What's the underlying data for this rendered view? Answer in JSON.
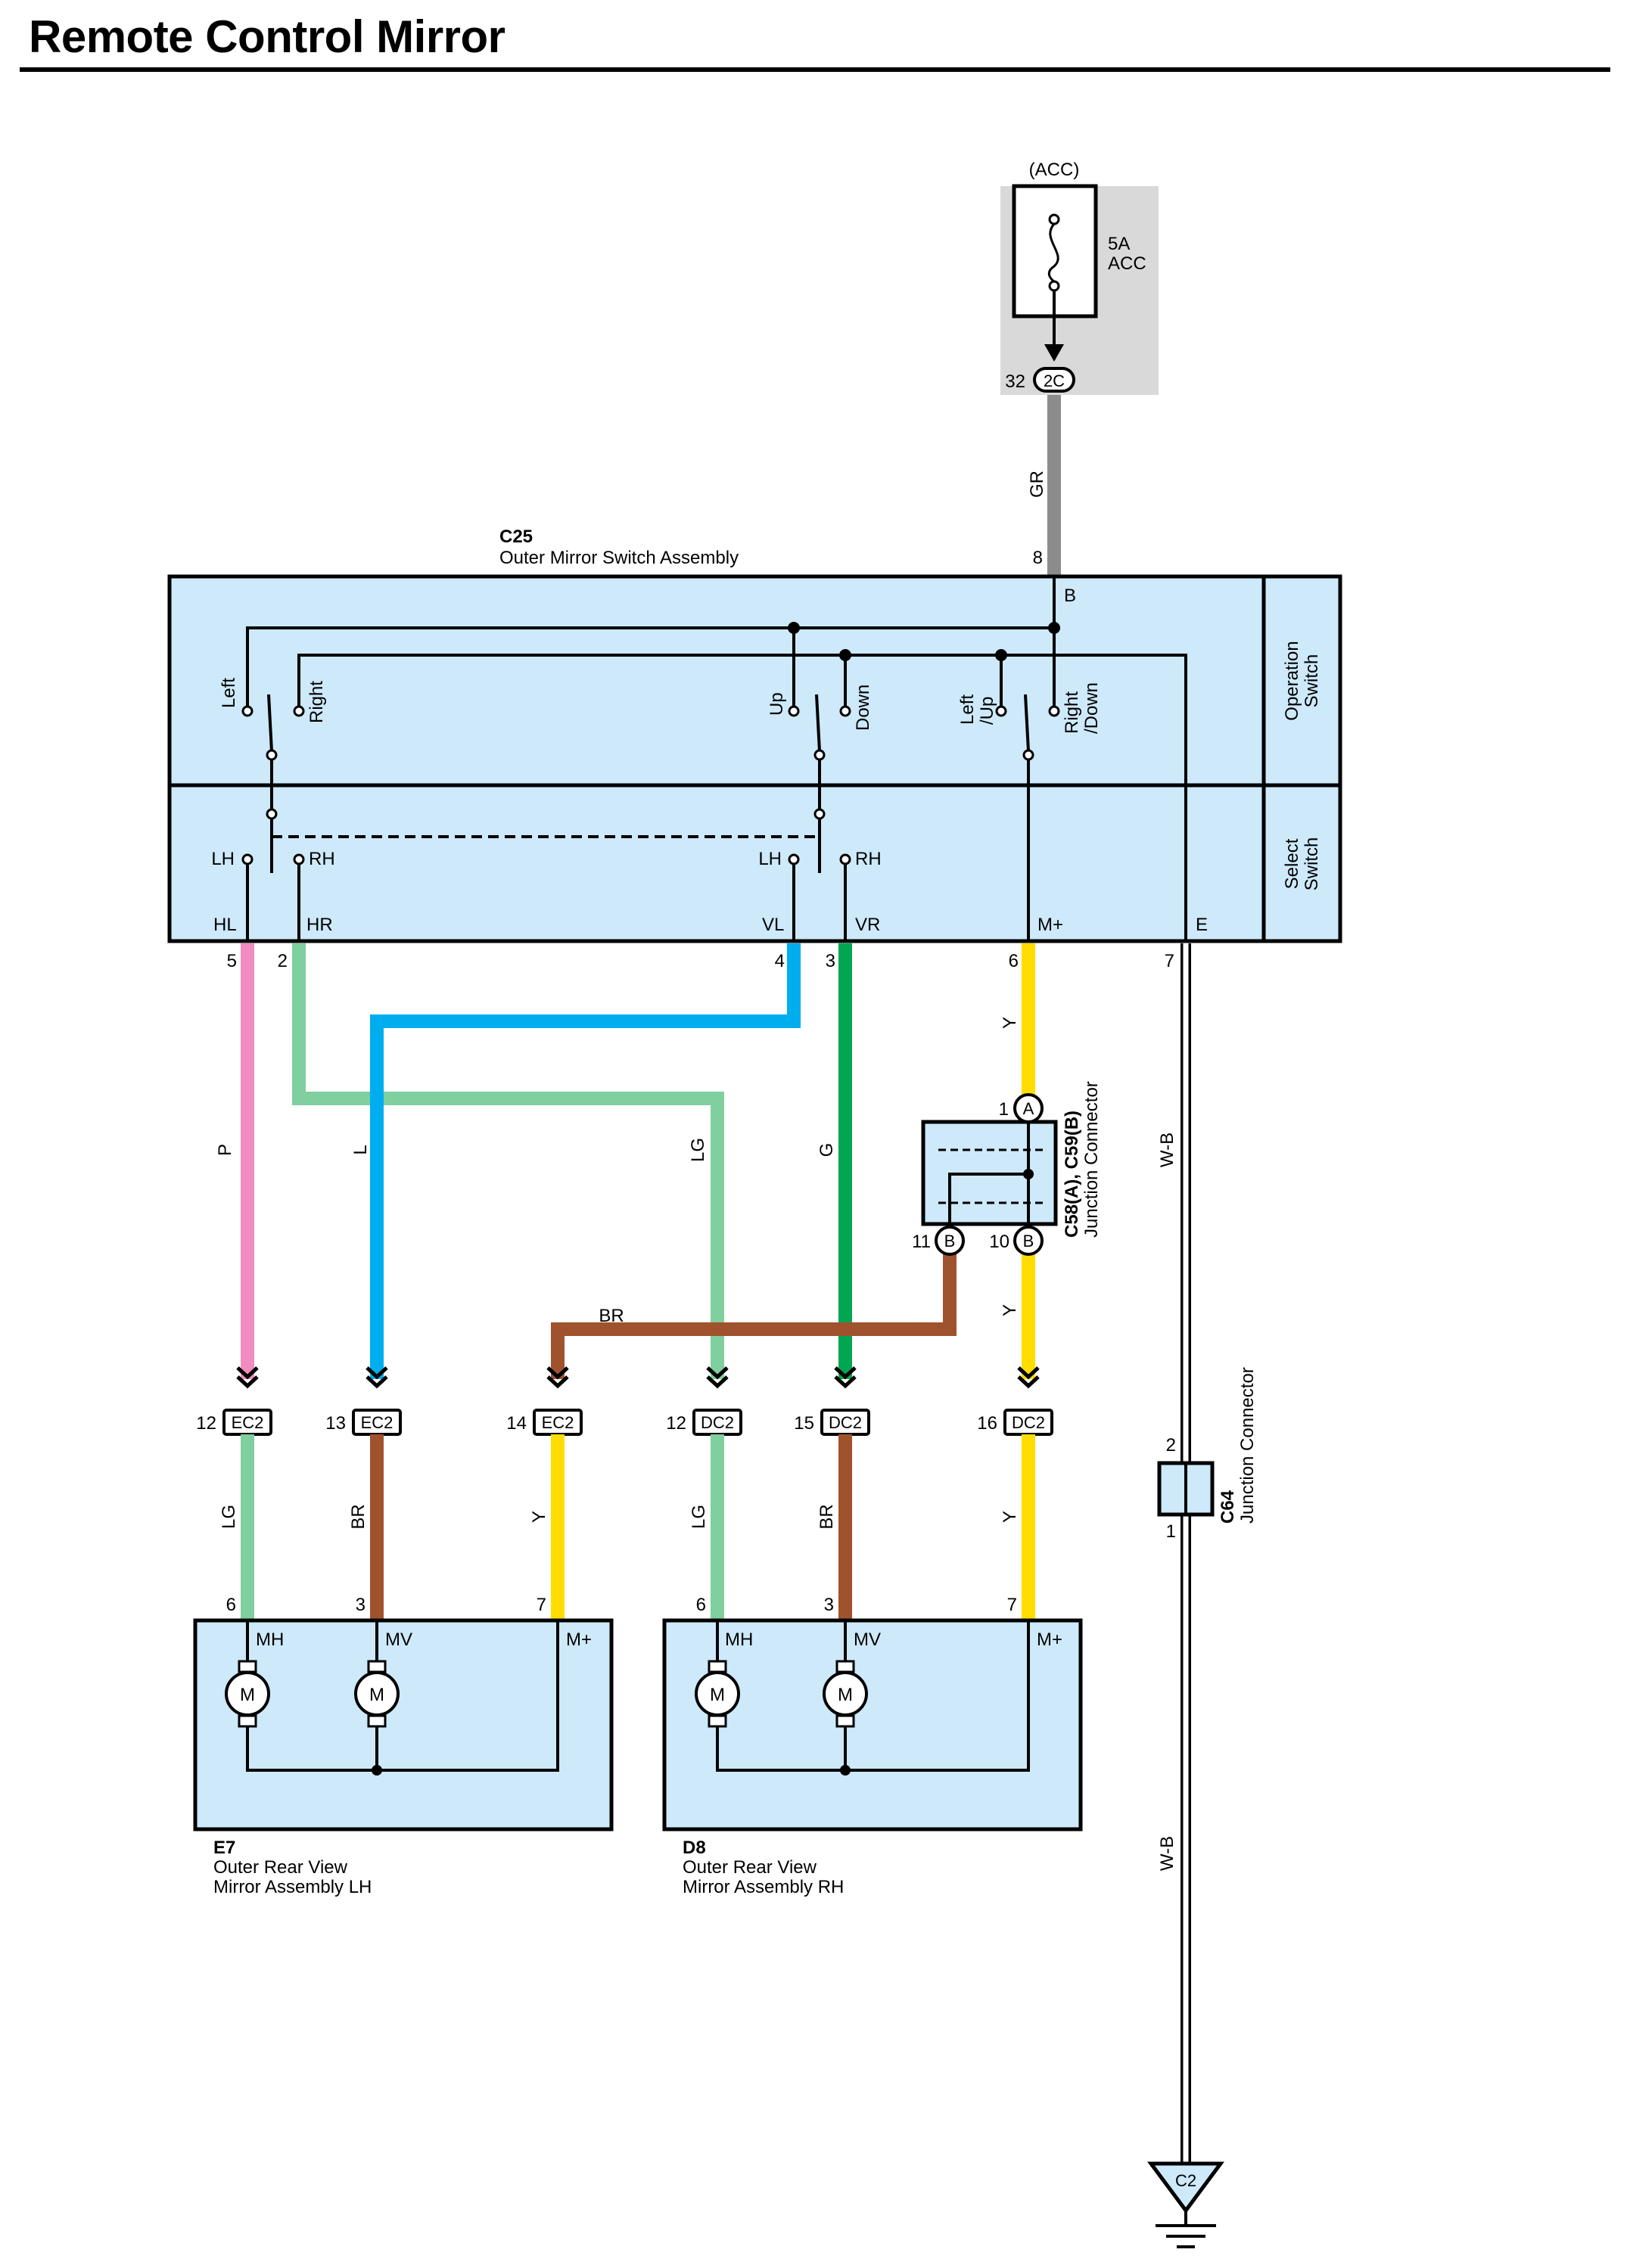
{
  "title": "Remote Control Mirror",
  "colors": {
    "module_fill": "#cde9fa",
    "fuse_fill": "#d9d9d9",
    "P": "#f08cbf",
    "LG": "#7fcf9f",
    "L": "#00aeef",
    "G": "#00a651",
    "Y": "#ffdd00",
    "BR": "#a0522d",
    "GR": "#8c8c8c",
    "WB": "#ffffff"
  },
  "fuse": {
    "supply": "(ACC)",
    "rating": "5A",
    "name": "ACC",
    "connector": "2C",
    "pin": "32",
    "wire_color": "GR"
  },
  "switch_assembly": {
    "code": "C25",
    "name": "Outer Mirror Switch Assembly",
    "top_pin": "8",
    "top_pin_label": "B",
    "operation_label": [
      "Operation",
      "Switch"
    ],
    "select_label": [
      "Select",
      "Switch"
    ],
    "operation_contacts": {
      "left": "Left",
      "right": "Right",
      "up": "Up",
      "down": "Down",
      "left_up": [
        "Left",
        "/Up"
      ],
      "right_down": [
        "Right",
        "/Down"
      ]
    },
    "select_contacts": {
      "lh1": "LH",
      "rh1": "RH",
      "lh2": "LH",
      "rh2": "RH"
    },
    "terminals": [
      {
        "label": "HL",
        "pin": "5",
        "wire": "P"
      },
      {
        "label": "HR",
        "pin": "2",
        "wire": "LG"
      },
      {
        "label": "VL",
        "pin": "4",
        "wire": "L"
      },
      {
        "label": "VR",
        "pin": "3",
        "wire": "G"
      },
      {
        "label": "M+",
        "pin": "6",
        "wire": "Y"
      },
      {
        "label": "E",
        "pin": "7",
        "wire": "W-B"
      }
    ]
  },
  "junction": {
    "code": "C58(A), C59(B)",
    "name": "Junction Connector",
    "pins": [
      {
        "pin": "1",
        "con": "A"
      },
      {
        "pin": "11",
        "con": "B"
      },
      {
        "pin": "10",
        "con": "B"
      }
    ],
    "wire_out_right": "Y",
    "wire_out_left": "BR"
  },
  "inline_connectors": [
    {
      "pin": "12",
      "name": "EC2",
      "up_wire": "P",
      "down_wire": "LG"
    },
    {
      "pin": "13",
      "name": "EC2",
      "up_wire": "L",
      "down_wire": "BR"
    },
    {
      "pin": "14",
      "name": "EC2",
      "up_wire": "BR",
      "down_wire": "Y"
    },
    {
      "pin": "12",
      "name": "DC2",
      "up_wire": "LG",
      "down_wire": "LG"
    },
    {
      "pin": "15",
      "name": "DC2",
      "up_wire": "G",
      "down_wire": "BR"
    },
    {
      "pin": "16",
      "name": "DC2",
      "up_wire": "Y",
      "down_wire": "Y"
    }
  ],
  "mirrors": [
    {
      "code": "E7",
      "name_l1": "Outer Rear View",
      "name_l2": "Mirror Assembly LH",
      "pins": [
        "6",
        "3",
        "7"
      ],
      "terms": [
        "MH",
        "MV",
        "M+"
      ],
      "motor": "M"
    },
    {
      "code": "D8",
      "name_l1": "Outer Rear View",
      "name_l2": "Mirror Assembly RH",
      "pins": [
        "6",
        "3",
        "7"
      ],
      "terms": [
        "MH",
        "MV",
        "M+"
      ],
      "motor": "M"
    }
  ],
  "c64": {
    "code": "C64",
    "name": "Junction Connector",
    "pin_top": "2",
    "pin_bottom": "1"
  },
  "ground": {
    "name": "C2",
    "wire": "W-B"
  },
  "wire_labels": {
    "gr": "GR",
    "p": "P",
    "l": "L",
    "lg": "LG",
    "g": "G",
    "y": "Y",
    "wb": "W-B",
    "br": "BR"
  }
}
